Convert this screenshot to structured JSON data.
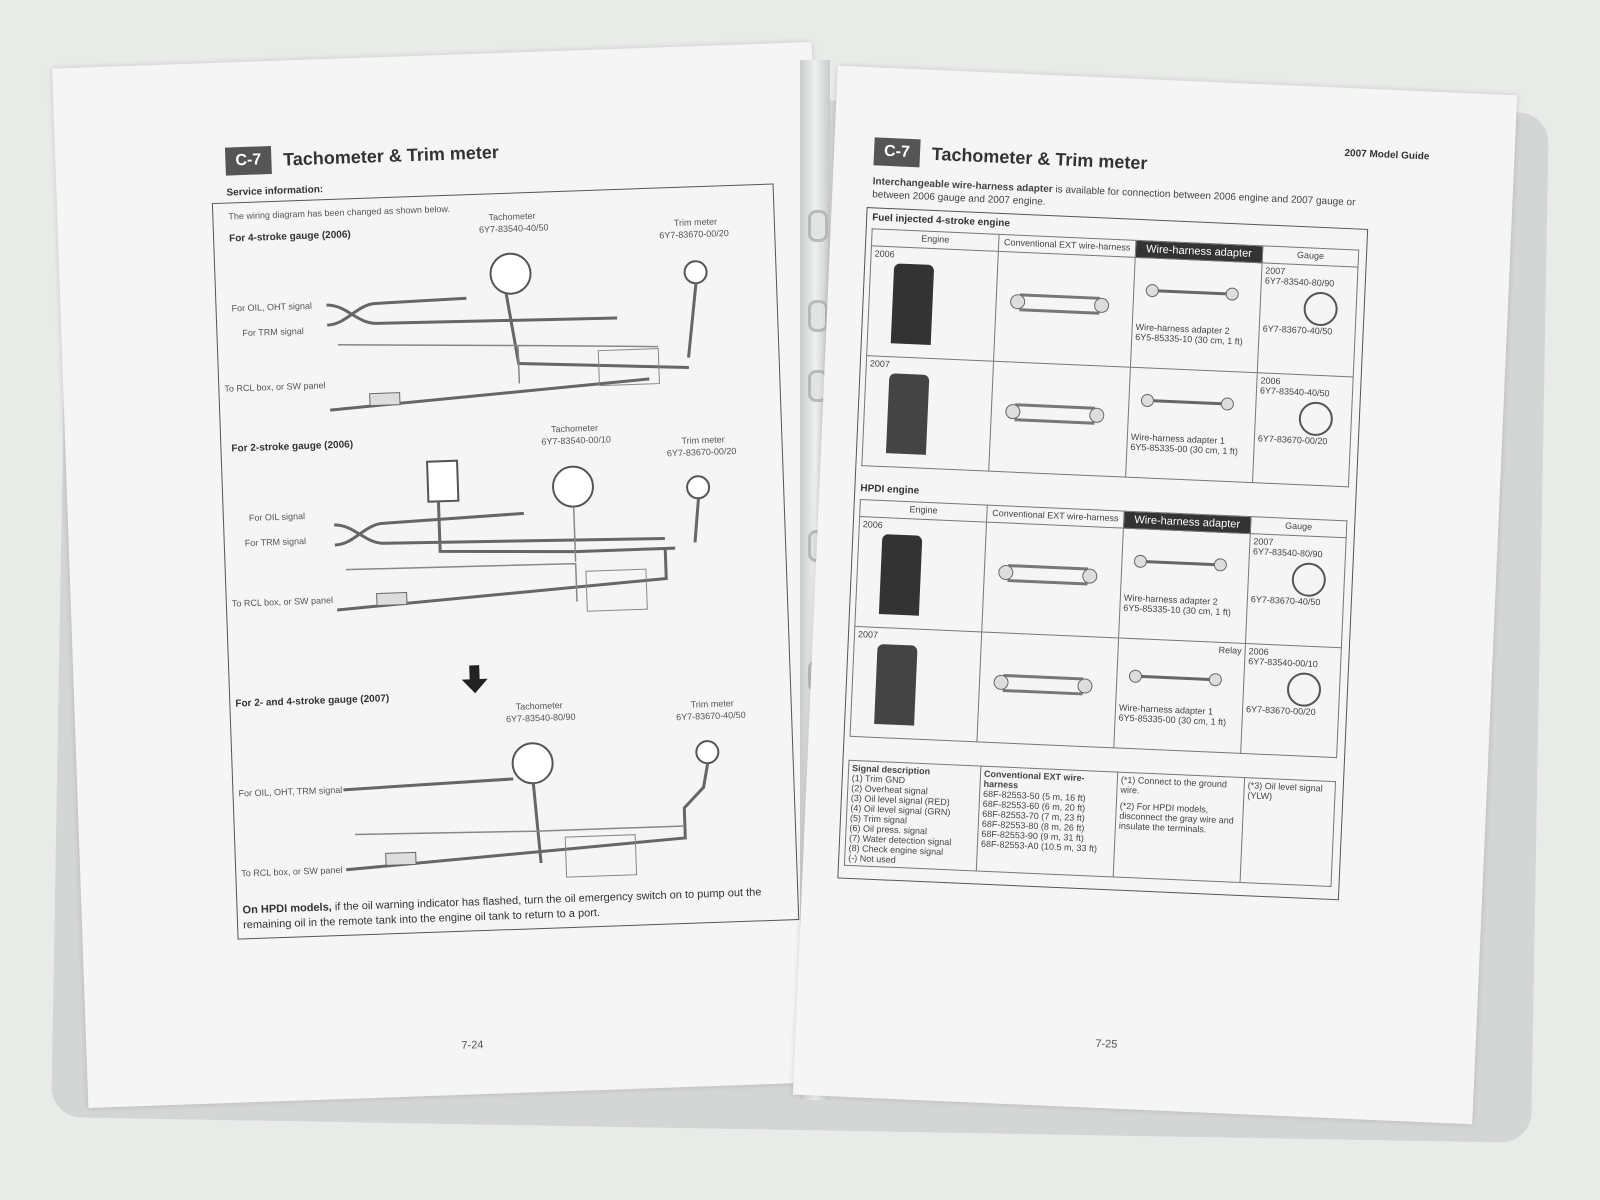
{
  "left": {
    "code": "C-7",
    "title": "Tachometer & Trim meter",
    "service_info": "Service information:",
    "intro": "The wiring diagram has been changed as shown below.",
    "sec1": {
      "title": "For 4-stroke gauge (2006)",
      "tach": "Tachometer",
      "tach_pn": "6Y7-83540-40/50",
      "trim": "Trim meter",
      "trim_pn": "6Y7-83670-00/20",
      "sig1": "For OIL, OHT signal",
      "sig2": "For TRM signal",
      "sig3": "To RCL box, or SW panel"
    },
    "sec2": {
      "title": "For 2-stroke gauge (2006)",
      "tach": "Tachometer",
      "tach_pn": "6Y7-83540-00/10",
      "trim": "Trim meter",
      "trim_pn": "6Y7-83670-00/20",
      "sig1": "For OIL signal",
      "sig2": "For TRM signal",
      "sig3": "To RCL box, or SW panel"
    },
    "sec3": {
      "title": "For 2- and 4-stroke gauge (2007)",
      "tach": "Tachometer",
      "tach_pn": "6Y7-83540-80/90",
      "trim": "Trim meter",
      "trim_pn": "6Y7-83670-40/50",
      "sig1": "For OIL, OHT, TRM signal",
      "sig3": "To RCL box, or SW panel"
    },
    "note_bold": "On HPDI models,",
    "note": "if the oil warning indicator has flashed, turn the oil emergency switch on to pump out the remaining oil in the remote tank into the engine oil tank to return to a port.",
    "page_number": "7-24"
  },
  "right": {
    "code": "C-7",
    "title": "Tachometer & Trim meter",
    "guide": "2007 Model Guide",
    "intro_bold": "Interchangeable wire-harness adapter",
    "intro": "is available for connection between 2006 engine and 2007 gauge or between 2006 gauge and 2007 engine.",
    "fi": {
      "title": "Fuel injected 4-stroke engine",
      "col_engine": "Engine",
      "col_conv": "Conventional EXT wire-harness",
      "col_adapter": "Wire-harness adapter",
      "col_gauge": "Gauge",
      "row1_year": "2006",
      "row1_gauge_year": "2007",
      "row1_adapter": "Wire-harness adapter 2",
      "row1_adapter_pn": "6Y5-85335-10 (30 cm, 1 ft)",
      "row1_g1": "6Y7-83540-80/90",
      "row1_g2": "6Y7-83670-40/50",
      "row2_year": "2007",
      "row2_gauge_year": "2006",
      "row2_adapter": "Wire-harness adapter 1",
      "row2_adapter_pn": "6Y5-85335-00 (30 cm, 1 ft)",
      "row2_g1": "6Y7-83540-40/50",
      "row2_g2": "6Y7-83670-00/20"
    },
    "hpdi": {
      "title": "HPDI engine",
      "col_engine": "Engine",
      "col_conv": "Conventional EXT wire-harness",
      "col_adapter": "Wire-harness adapter",
      "col_gauge": "Gauge",
      "row1_year": "2006",
      "row1_gauge_year": "2007",
      "row1_adapter": "Wire-harness adapter 2",
      "row1_adapter_pn": "6Y5-85335-10 (30 cm, 1 ft)",
      "row1_g1": "6Y7-83540-80/90",
      "row1_g2": "6Y7-83670-40/50",
      "row2_year": "2007",
      "row2_gauge_year": "2006",
      "row2_relay": "Relay",
      "row2_adapter": "Wire-harness adapter 1",
      "row2_adapter_pn": "6Y5-85335-00 (30 cm, 1 ft)",
      "row2_g1": "6Y7-83540-00/10",
      "row2_g2": "6Y7-83670-00/20"
    },
    "signal_desc": {
      "title": "Signal description",
      "items": [
        "(1) Trim GND",
        "(2) Overheat signal",
        "(3) Oil level signal (RED)",
        "(4) Oil level signal (GRN)",
        "(5) Trim signal",
        "(6) Oil press. signal",
        "(7) Water detection signal",
        "(8) Check engine signal",
        "(-) Not used"
      ]
    },
    "conv_list": {
      "title": "Conventional EXT wire-harness",
      "items": [
        "68F-82553-50 (5 m, 16 ft)",
        "68F-82553-60 (6 m, 20 ft)",
        "68F-82553-70 (7 m, 23 ft)",
        "68F-82553-80 (8 m, 26 ft)",
        "68F-82553-90 (9 m, 31 ft)",
        "68F-82553-A0 (10.5 m, 33 ft)"
      ]
    },
    "notes": {
      "n1": "(*1) Connect to the ground wire.",
      "n2": "(*2) For HPDI models, disconnect the gray wire and insulate the terminals.",
      "n3": "(*3) Oil level signal (YLW)"
    },
    "page_number": "7-25"
  }
}
